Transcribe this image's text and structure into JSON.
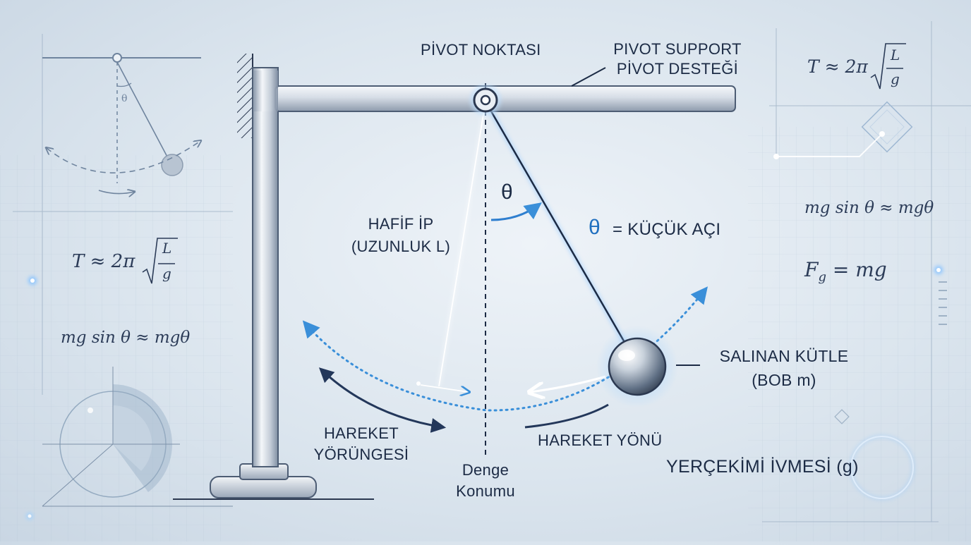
{
  "labels": {
    "pivot_point": "PİVOT NOKTASI",
    "pivot_support_en": "PIVOT SUPPORT",
    "pivot_support_tr": "PİVOT DESTEĞİ",
    "theta_symbol": "θ",
    "theta_legend_symbol": "θ",
    "theta_legend_text": "= KÜÇÜK AÇI",
    "string_line1": "HAFİF İP",
    "string_line2": "(UZUNLUK L)",
    "bob_line1": "SALINAN KÜTLE",
    "bob_line2": "(BOB m)",
    "trajectory_line1": "HAREKET",
    "trajectory_line2": "YÖRÜNGESİ",
    "direction": "HAREKET YÖNÜ",
    "equilibrium_line1": "Denge",
    "equilibrium_line2": "Konumu",
    "gravity": "YERÇEKİMİ İVMESİ (g)"
  },
  "formulas": {
    "period_lhs": "T ≈ 2π",
    "period_num": "L",
    "period_den": "g",
    "small_angle": "mg sin θ ≈ mgθ",
    "weight": "F",
    "weight_sub": "g",
    "weight_rhs": "= mg",
    "inset_theta": "θ"
  },
  "colors": {
    "ink": "#1c2b45",
    "steel": "#b7c3d1",
    "glow": "#3a8fd9",
    "arrow_dark": "#23375a"
  }
}
